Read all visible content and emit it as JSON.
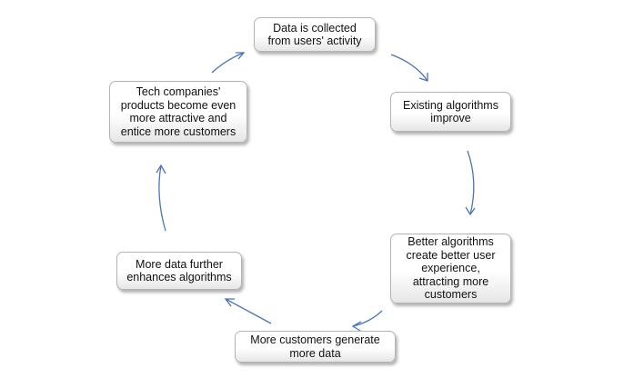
{
  "diagram": {
    "nodes": [
      {
        "id": "n1",
        "text": "Data is collected\nfrom users' activity"
      },
      {
        "id": "n2",
        "text": "Existing algorithms\nimprove"
      },
      {
        "id": "n3",
        "text": "Better algorithms\ncreate better user\nexperience,\nattracting more\ncustomers"
      },
      {
        "id": "n4",
        "text": "More customers generate\nmore data"
      },
      {
        "id": "n5",
        "text": "More data further\nenhances algorithms"
      },
      {
        "id": "n6",
        "text": "Tech companies'\nproducts become even\nmore attractive and\nentice more customers"
      }
    ],
    "edges": [
      {
        "from": "n1",
        "to": "n2"
      },
      {
        "from": "n2",
        "to": "n3"
      },
      {
        "from": "n3",
        "to": "n4"
      },
      {
        "from": "n4",
        "to": "n5"
      },
      {
        "from": "n5",
        "to": "n6"
      },
      {
        "from": "n6",
        "to": "n1"
      }
    ],
    "arrow_color": "#4a74b8",
    "box_border_color": "#b4b4b4"
  }
}
